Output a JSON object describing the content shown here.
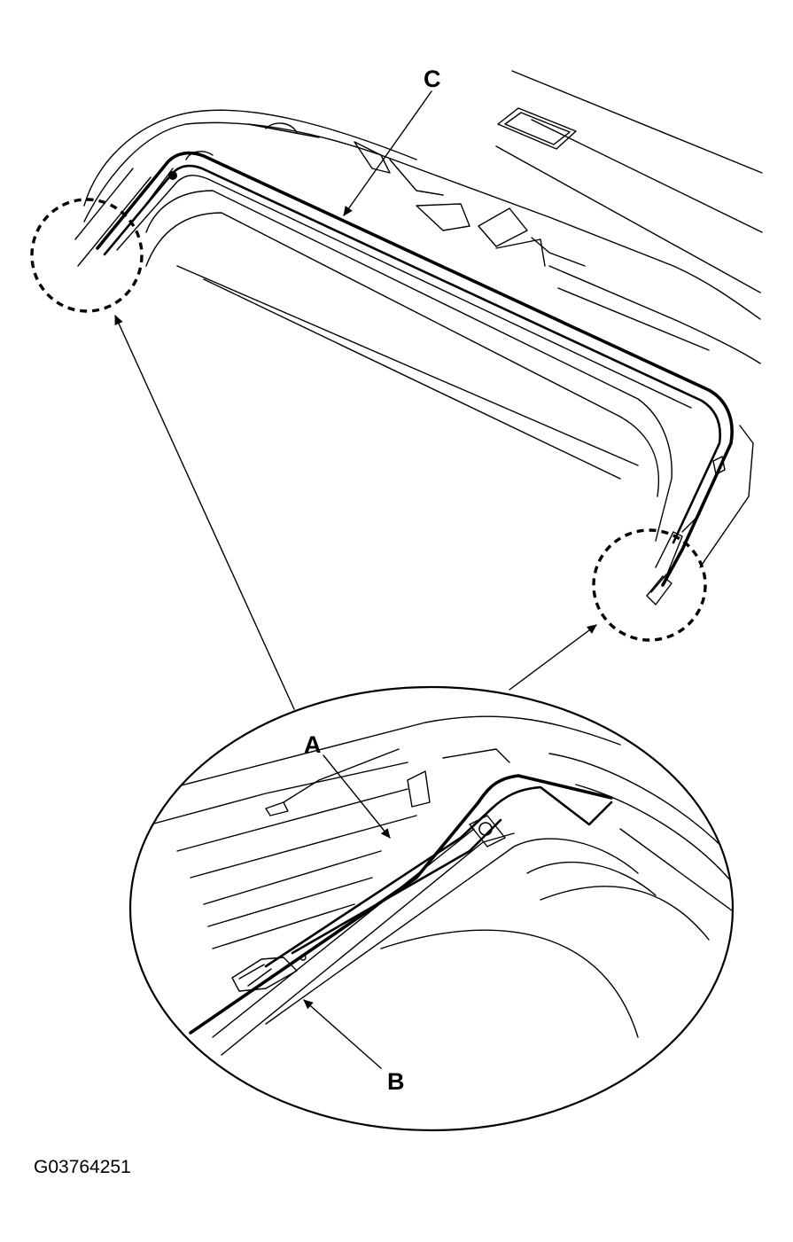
{
  "callouts": {
    "a": "A",
    "b": "B",
    "c": "C"
  },
  "figure_code": "G03764251"
}
